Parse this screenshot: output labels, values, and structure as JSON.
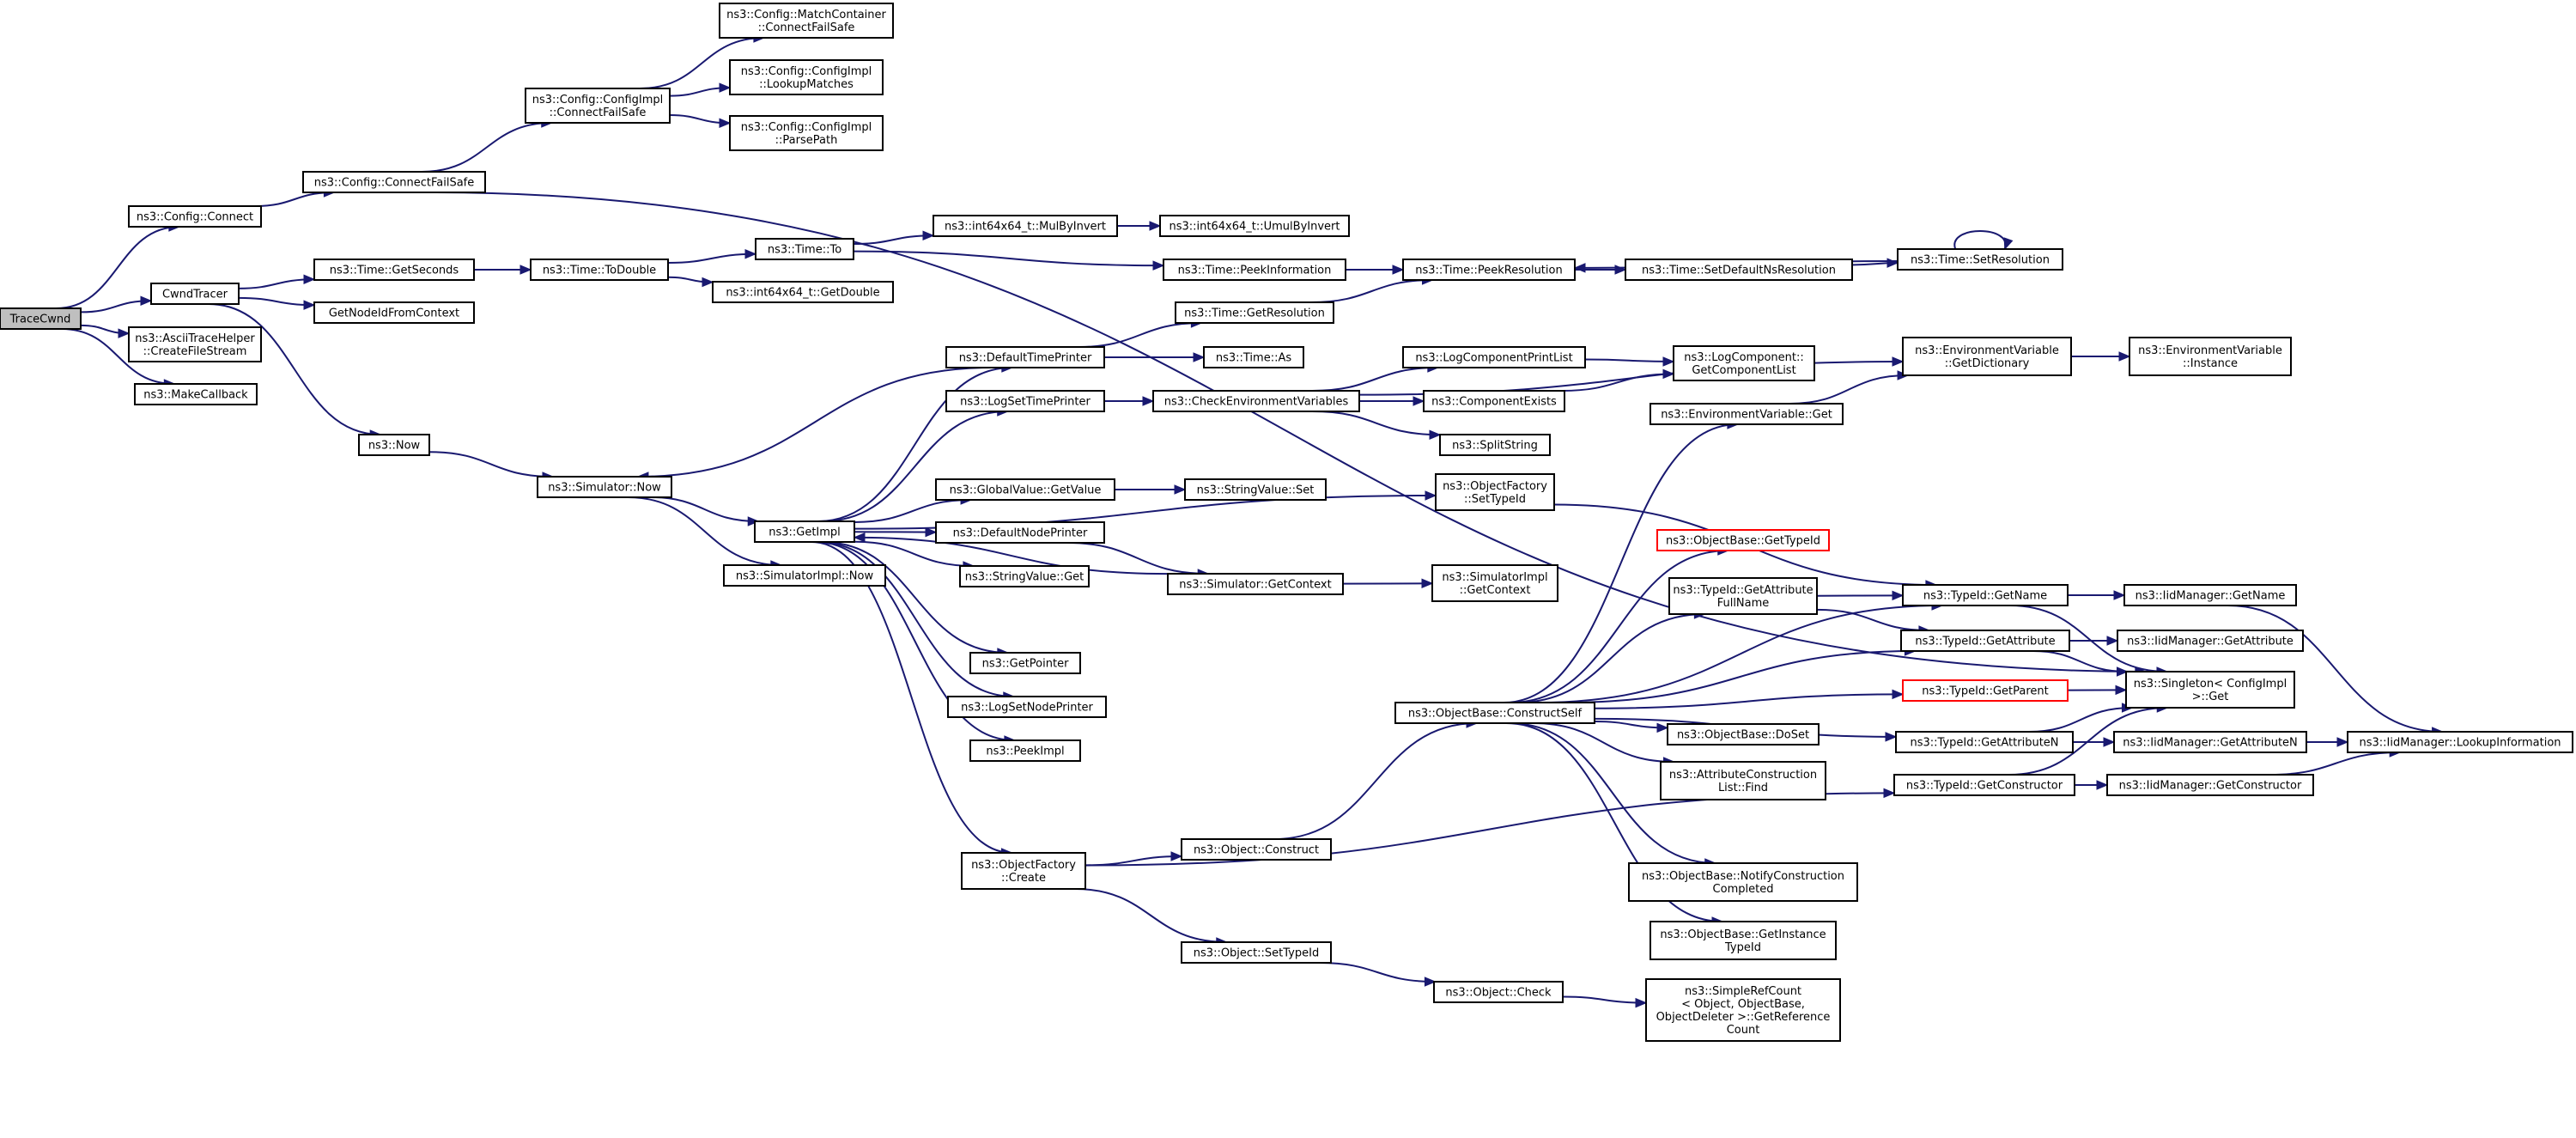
{
  "title": "",
  "colors": {
    "edge": "#191970",
    "node_border": "#000000",
    "root_fill": "#bfbfbf",
    "broken_node_border": "#ff0000",
    "background": "#ffffff"
  },
  "nodes": [
    {
      "id": "tracecwnd",
      "lines": [
        "TraceCwnd"
      ],
      "style": "root"
    },
    {
      "id": "config-connect",
      "lines": [
        "ns3::Config::Connect"
      ]
    },
    {
      "id": "cwndtracer",
      "lines": [
        "CwndTracer"
      ]
    },
    {
      "id": "ascii-create",
      "lines": [
        "ns3::AsciiTraceHelper",
        "::CreateFileStream"
      ]
    },
    {
      "id": "makecallback",
      "lines": [
        "ns3::MakeCallback"
      ]
    },
    {
      "id": "config-cfs",
      "lines": [
        "ns3::Config::ConnectFailSafe"
      ]
    },
    {
      "id": "time-getseconds",
      "lines": [
        "ns3::Time::GetSeconds"
      ]
    },
    {
      "id": "getnodeid",
      "lines": [
        "GetNodeIdFromContext"
      ]
    },
    {
      "id": "now",
      "lines": [
        "ns3::Now"
      ]
    },
    {
      "id": "configimpl-cfs",
      "lines": [
        "ns3::Config::ConfigImpl",
        "::ConnectFailSafe"
      ]
    },
    {
      "id": "mc-cfs",
      "lines": [
        "ns3::Config::MatchContainer",
        "::ConnectFailSafe"
      ]
    },
    {
      "id": "lookupmatches",
      "lines": [
        "ns3::Config::ConfigImpl",
        "::LookupMatches"
      ]
    },
    {
      "id": "parsepath",
      "lines": [
        "ns3::Config::ConfigImpl",
        "::ParsePath"
      ]
    },
    {
      "id": "time-todouble",
      "lines": [
        "ns3::Time::ToDouble"
      ]
    },
    {
      "id": "time-to",
      "lines": [
        "ns3::Time::To"
      ]
    },
    {
      "id": "int64-getdouble",
      "lines": [
        "ns3::int64x64_t::GetDouble"
      ]
    },
    {
      "id": "int64-mulbyinvert",
      "lines": [
        "ns3::int64x64_t::MulByInvert"
      ]
    },
    {
      "id": "int64-umulbyinvert",
      "lines": [
        "ns3::int64x64_t::UmulByInvert"
      ]
    },
    {
      "id": "time-peekinformation",
      "lines": [
        "ns3::Time::PeekInformation"
      ]
    },
    {
      "id": "time-peekresolution",
      "lines": [
        "ns3::Time::PeekResolution"
      ]
    },
    {
      "id": "time-setdefaultns",
      "lines": [
        "ns3::Time::SetDefaultNsResolution"
      ]
    },
    {
      "id": "time-setresolution",
      "lines": [
        "ns3::Time::SetResolution"
      ]
    },
    {
      "id": "time-getresolution",
      "lines": [
        "ns3::Time::GetResolution"
      ]
    },
    {
      "id": "simulator-now",
      "lines": [
        "ns3::Simulator::Now"
      ]
    },
    {
      "id": "getimpl",
      "lines": [
        "ns3::GetImpl"
      ]
    },
    {
      "id": "simulatorimpl-now",
      "lines": [
        "ns3::SimulatorImpl::Now"
      ]
    },
    {
      "id": "defaulttimeprinter",
      "lines": [
        "ns3::DefaultTimePrinter"
      ]
    },
    {
      "id": "time-as",
      "lines": [
        "ns3::Time::As"
      ]
    },
    {
      "id": "logsettimeprinter",
      "lines": [
        "ns3::LogSetTimePrinter"
      ]
    },
    {
      "id": "checkenv",
      "lines": [
        "ns3::CheckEnvironmentVariables"
      ]
    },
    {
      "id": "logcomponentprintlist",
      "lines": [
        "ns3::LogComponentPrintList"
      ]
    },
    {
      "id": "logcomponent-getlist",
      "lines": [
        "ns3::LogComponent::",
        "GetComponentList"
      ]
    },
    {
      "id": "componentexists",
      "lines": [
        "ns3::ComponentExists"
      ]
    },
    {
      "id": "splitstring",
      "lines": [
        "ns3::SplitString"
      ]
    },
    {
      "id": "envvar-getdict",
      "lines": [
        "ns3::EnvironmentVariable",
        "::GetDictionary"
      ]
    },
    {
      "id": "envvar-instance",
      "lines": [
        "ns3::EnvironmentVariable",
        "::Instance"
      ]
    },
    {
      "id": "envvar-get",
      "lines": [
        "ns3::EnvironmentVariable::Get"
      ]
    },
    {
      "id": "globalvalue-getvalue",
      "lines": [
        "ns3::GlobalValue::GetValue"
      ]
    },
    {
      "id": "stringvalue-set",
      "lines": [
        "ns3::StringValue::Set"
      ]
    },
    {
      "id": "objectfactory-settypeid",
      "lines": [
        "ns3::ObjectFactory",
        "::SetTypeId"
      ]
    },
    {
      "id": "defaultnodeprinter",
      "lines": [
        "ns3::DefaultNodePrinter"
      ]
    },
    {
      "id": "stringvalue-get",
      "lines": [
        "ns3::StringValue::Get"
      ]
    },
    {
      "id": "simulator-getcontext",
      "lines": [
        "ns3::Simulator::GetContext"
      ]
    },
    {
      "id": "simulatorimpl-getcontext",
      "lines": [
        "ns3::SimulatorImpl",
        "::GetContext"
      ]
    },
    {
      "id": "getpointer",
      "lines": [
        "ns3::GetPointer"
      ]
    },
    {
      "id": "logsetnodeprinter",
      "lines": [
        "ns3::LogSetNodePrinter"
      ]
    },
    {
      "id": "peekimpl",
      "lines": [
        "ns3::PeekImpl"
      ]
    },
    {
      "id": "objectfactory-create",
      "lines": [
        "ns3::ObjectFactory",
        "::Create"
      ]
    },
    {
      "id": "object-construct",
      "lines": [
        "ns3::Object::Construct"
      ]
    },
    {
      "id": "object-settypeid",
      "lines": [
        "ns3::Object::SetTypeId"
      ]
    },
    {
      "id": "object-check",
      "lines": [
        "ns3::Object::Check"
      ]
    },
    {
      "id": "simplerefcount",
      "lines": [
        "ns3::SimpleRefCount",
        "< Object, ObjectBase,",
        "ObjectDeleter >::GetReference",
        "Count"
      ]
    },
    {
      "id": "objectbase-gettypeid",
      "lines": [
        "ns3::ObjectBase::GetTypeId"
      ],
      "style": "red"
    },
    {
      "id": "typeid-getattrfullname",
      "lines": [
        "ns3::TypeId::GetAttribute",
        "FullName"
      ]
    },
    {
      "id": "objectbase-constructself",
      "lines": [
        "ns3::ObjectBase::ConstructSelf"
      ]
    },
    {
      "id": "objectbase-doset",
      "lines": [
        "ns3::ObjectBase::DoSet"
      ]
    },
    {
      "id": "attrconstructlist-find",
      "lines": [
        "ns3::AttributeConstruction",
        "List::Find"
      ]
    },
    {
      "id": "objectbase-notify",
      "lines": [
        "ns3::ObjectBase::NotifyConstruction",
        "Completed"
      ]
    },
    {
      "id": "objectbase-getinstancetypeid",
      "lines": [
        "ns3::ObjectBase::GetInstance",
        "TypeId"
      ]
    },
    {
      "id": "typeid-getname",
      "lines": [
        "ns3::TypeId::GetName"
      ]
    },
    {
      "id": "typeid-getattribute",
      "lines": [
        "ns3::TypeId::GetAttribute"
      ]
    },
    {
      "id": "typeid-getparent",
      "lines": [
        "ns3::TypeId::GetParent"
      ],
      "style": "red"
    },
    {
      "id": "typeid-getattributen",
      "lines": [
        "ns3::TypeId::GetAttributeN"
      ]
    },
    {
      "id": "typeid-getconstructor",
      "lines": [
        "ns3::TypeId::GetConstructor"
      ]
    },
    {
      "id": "iidmanager-getname",
      "lines": [
        "ns3::IidManager::GetName"
      ]
    },
    {
      "id": "iidmanager-getattribute",
      "lines": [
        "ns3::IidManager::GetAttribute"
      ]
    },
    {
      "id": "singleton-get",
      "lines": [
        "ns3::Singleton< ConfigImpl",
        " >::Get"
      ]
    },
    {
      "id": "iidmanager-getattributen",
      "lines": [
        "ns3::IidManager::GetAttributeN"
      ]
    },
    {
      "id": "iidmanager-getconstructor",
      "lines": [
        "ns3::IidManager::GetConstructor"
      ]
    },
    {
      "id": "iidmanager-lookupinformation",
      "lines": [
        "ns3::IidManager::LookupInformation"
      ]
    }
  ],
  "edges": [
    [
      "tracecwnd",
      "config-connect"
    ],
    [
      "tracecwnd",
      "cwndtracer"
    ],
    [
      "tracecwnd",
      "ascii-create"
    ],
    [
      "tracecwnd",
      "makecallback"
    ],
    [
      "config-connect",
      "config-cfs"
    ],
    [
      "config-cfs",
      "configimpl-cfs"
    ],
    [
      "config-cfs",
      "singleton-get"
    ],
    [
      "configimpl-cfs",
      "mc-cfs"
    ],
    [
      "configimpl-cfs",
      "lookupmatches"
    ],
    [
      "configimpl-cfs",
      "parsepath"
    ],
    [
      "cwndtracer",
      "time-getseconds"
    ],
    [
      "cwndtracer",
      "getnodeid"
    ],
    [
      "cwndtracer",
      "now"
    ],
    [
      "time-getseconds",
      "time-todouble"
    ],
    [
      "time-todouble",
      "time-to"
    ],
    [
      "time-todouble",
      "int64-getdouble"
    ],
    [
      "time-to",
      "int64-mulbyinvert"
    ],
    [
      "time-to",
      "time-peekinformation"
    ],
    [
      "int64-mulbyinvert",
      "int64-umulbyinvert"
    ],
    [
      "time-peekinformation",
      "time-peekresolution"
    ],
    [
      "time-peekresolution",
      "time-setdefaultns"
    ],
    [
      "time-setdefaultns",
      "time-setresolution"
    ],
    [
      "time-setresolution",
      "time-peekresolution"
    ],
    [
      "time-setresolution",
      "time-setresolution"
    ],
    [
      "time-getresolution",
      "time-peekresolution"
    ],
    [
      "now",
      "simulator-now"
    ],
    [
      "simulator-now",
      "getimpl"
    ],
    [
      "simulator-now",
      "simulatorimpl-now"
    ],
    [
      "getimpl",
      "defaulttimeprinter"
    ],
    [
      "getimpl",
      "logsettimeprinter"
    ],
    [
      "getimpl",
      "objectfactory-settypeid"
    ],
    [
      "getimpl",
      "globalvalue-getvalue"
    ],
    [
      "getimpl",
      "defaultnodeprinter"
    ],
    [
      "getimpl",
      "stringvalue-get"
    ],
    [
      "getimpl",
      "getpointer"
    ],
    [
      "getimpl",
      "logsetnodeprinter"
    ],
    [
      "getimpl",
      "peekimpl"
    ],
    [
      "getimpl",
      "objectfactory-create"
    ],
    [
      "defaulttimeprinter",
      "time-getresolution"
    ],
    [
      "defaulttimeprinter",
      "time-as"
    ],
    [
      "defaulttimeprinter",
      "simulator-now"
    ],
    [
      "logsettimeprinter",
      "checkenv"
    ],
    [
      "checkenv",
      "logcomponentprintlist"
    ],
    [
      "checkenv",
      "componentexists"
    ],
    [
      "checkenv",
      "splitstring"
    ],
    [
      "checkenv",
      "envvar-getdict"
    ],
    [
      "logcomponentprintlist",
      "logcomponent-getlist"
    ],
    [
      "componentexists",
      "logcomponent-getlist"
    ],
    [
      "envvar-getdict",
      "envvar-instance"
    ],
    [
      "envvar-get",
      "envvar-getdict"
    ],
    [
      "objectfactory-settypeid",
      "typeid-getname"
    ],
    [
      "globalvalue-getvalue",
      "stringvalue-set"
    ],
    [
      "defaultnodeprinter",
      "simulator-getcontext"
    ],
    [
      "simulator-getcontext",
      "simulatorimpl-getcontext"
    ],
    [
      "simulator-getcontext",
      "getimpl"
    ],
    [
      "objectfactory-create",
      "object-construct"
    ],
    [
      "objectfactory-create",
      "object-settypeid"
    ],
    [
      "objectfactory-create",
      "typeid-getconstructor"
    ],
    [
      "object-construct",
      "objectbase-constructself"
    ],
    [
      "object-settypeid",
      "object-check"
    ],
    [
      "object-check",
      "simplerefcount"
    ],
    [
      "objectbase-constructself",
      "envvar-get"
    ],
    [
      "objectbase-constructself",
      "objectbase-gettypeid"
    ],
    [
      "objectbase-constructself",
      "typeid-getattrfullname"
    ],
    [
      "objectbase-constructself",
      "typeid-getname"
    ],
    [
      "objectbase-constructself",
      "typeid-getattribute"
    ],
    [
      "objectbase-constructself",
      "typeid-getparent"
    ],
    [
      "objectbase-constructself",
      "objectbase-doset"
    ],
    [
      "objectbase-constructself",
      "attrconstructlist-find"
    ],
    [
      "objectbase-constructself",
      "typeid-getattributen"
    ],
    [
      "objectbase-constructself",
      "objectbase-notify"
    ],
    [
      "objectbase-constructself",
      "objectbase-getinstancetypeid"
    ],
    [
      "typeid-getattrfullname",
      "typeid-getname"
    ],
    [
      "typeid-getattrfullname",
      "typeid-getattribute"
    ],
    [
      "typeid-getname",
      "iidmanager-getname"
    ],
    [
      "typeid-getname",
      "singleton-get"
    ],
    [
      "typeid-getattribute",
      "iidmanager-getattribute"
    ],
    [
      "typeid-getattribute",
      "singleton-get"
    ],
    [
      "typeid-getparent",
      "singleton-get"
    ],
    [
      "typeid-getattributen",
      "iidmanager-getattributen"
    ],
    [
      "typeid-getattributen",
      "singleton-get"
    ],
    [
      "typeid-getconstructor",
      "iidmanager-getconstructor"
    ],
    [
      "typeid-getconstructor",
      "singleton-get"
    ],
    [
      "iidmanager-getname",
      "iidmanager-lookupinformation"
    ],
    [
      "iidmanager-getattributen",
      "iidmanager-lookupinformation"
    ],
    [
      "iidmanager-getconstructor",
      "iidmanager-lookupinformation"
    ]
  ]
}
